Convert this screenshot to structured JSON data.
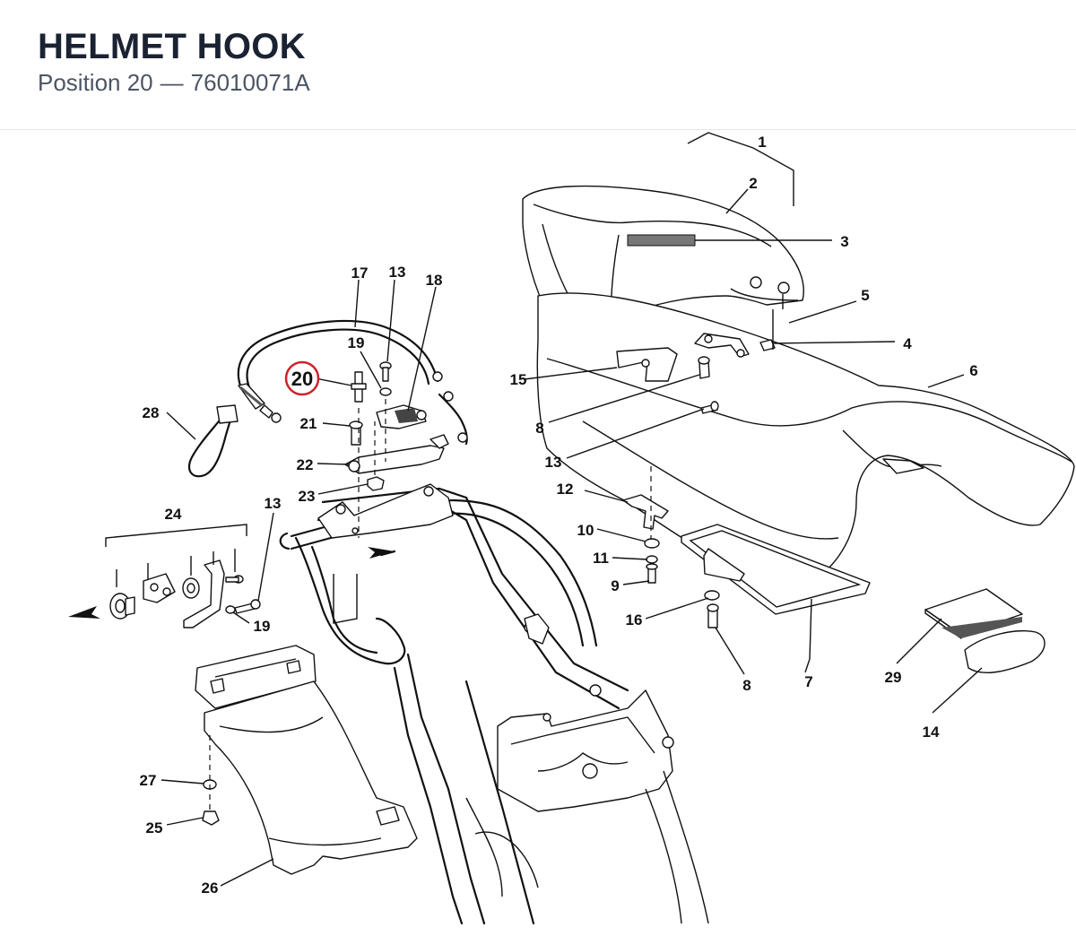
{
  "header": {
    "title": "HELMET HOOK",
    "position_label": "Position 20",
    "separator": "—",
    "part_number": "76010071A"
  },
  "diagram": {
    "highlighted_callout": "20",
    "highlight_color": "#d0212a",
    "callouts": [
      "1",
      "2",
      "3",
      "4",
      "5",
      "6",
      "7",
      "8",
      "8",
      "8",
      "9",
      "10",
      "11",
      "12",
      "13",
      "13",
      "13",
      "13",
      "14",
      "15",
      "16",
      "17",
      "18",
      "19",
      "19",
      "20",
      "21",
      "22",
      "23",
      "24",
      "25",
      "26",
      "27",
      "28",
      "29"
    ]
  },
  "icons": {
    "direction_arrow": "front-direction-arrow-icon"
  }
}
